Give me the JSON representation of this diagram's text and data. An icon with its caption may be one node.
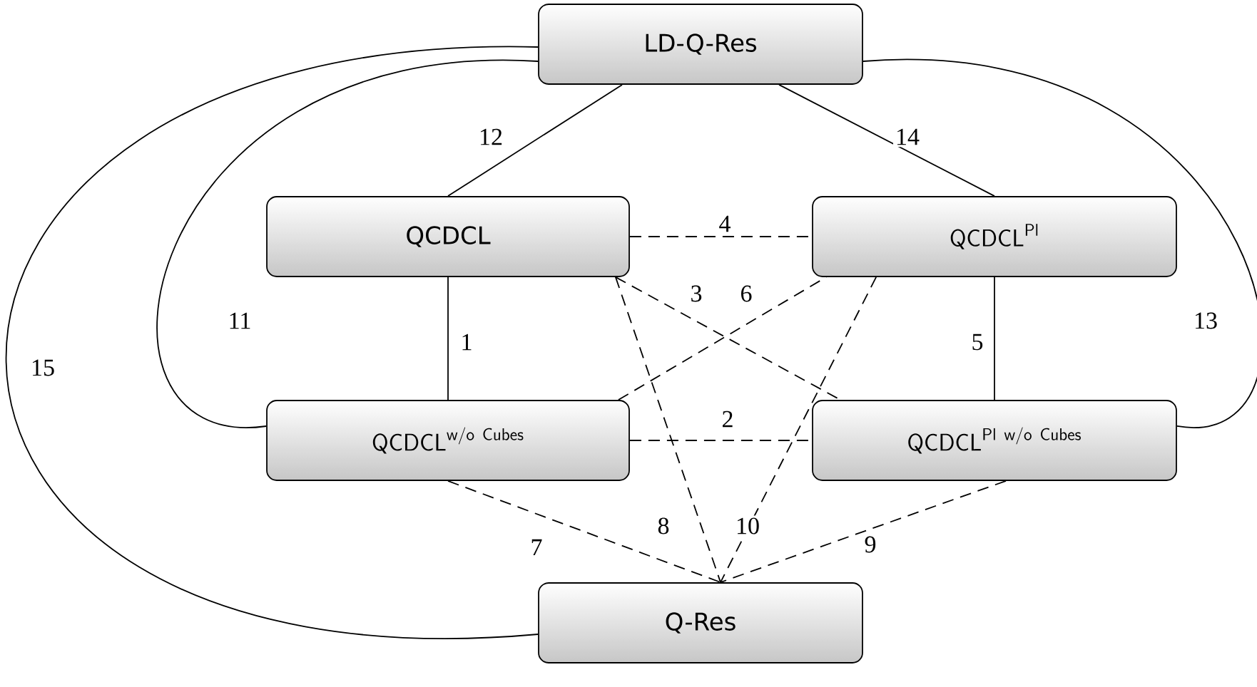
{
  "diagram": {
    "nodes": [
      {
        "text": [
          "LD-Q-Res"
        ]
      },
      {
        "text": [
          "QCDCL"
        ]
      },
      {
        "text": [
          "\\mathsf{QCDCL}^{\\mathsf{Pl}}"
        ]
      },
      {
        "text": [
          "\\mathsf{QCDCL}^{\\mathsf{w/o\\ Cubes}}"
        ]
      },
      {
        "text": [
          "\\mathsf{QCDCL}^{\\mathsf{Pl\\ w/o\\ Cubes}}"
        ]
      },
      {
        "text": [
          "Q-Res"
        ]
      }
    ],
    "edges": [
      {
        "from": 1,
        "to": 3,
        "arrow": "none",
        "label": "1"
      },
      {
        "from": 3,
        "to": 4,
        "arrow": "none",
        "label": "2",
        "style": "dashed"
      },
      {
        "from": 1,
        "to": 4,
        "arrow": "none",
        "label": "3",
        "style": "dashed"
      },
      {
        "from": 1,
        "to": 2,
        "arrow": "none",
        "label": "4",
        "style": "dashed"
      },
      {
        "from": 2,
        "to": 4,
        "arrow": "none",
        "label": "5"
      },
      {
        "from": 3,
        "to": 2,
        "arrow": "none",
        "label": "6",
        "style": "dashed"
      },
      {
        "from": 3,
        "to": 5,
        "arrow": "none",
        "label": "7",
        "style": "dashed"
      },
      {
        "from": 1,
        "to": 5,
        "arrow": "none",
        "label": "8",
        "style": "dashed"
      },
      {
        "from": 4,
        "to": 5,
        "arrow": "none",
        "label": "9",
        "style": "dashed"
      },
      {
        "from": 2,
        "to": 5,
        "arrow": "none",
        "label": "10",
        "style": "dashed"
      },
      {
        "from": 0,
        "to": 3,
        "arrow": "none",
        "label": "11"
      },
      {
        "from": 0,
        "to": 1,
        "arrow": "none",
        "label": "12"
      },
      {
        "from": 0,
        "to": 4,
        "arrow": "none",
        "label": "13"
      },
      {
        "from": 0,
        "to": 2,
        "arrow": "none",
        "label": "14"
      },
      {
        "from": 0,
        "to": 5,
        "arrow": "none",
        "label": "15"
      }
    ]
  }
}
